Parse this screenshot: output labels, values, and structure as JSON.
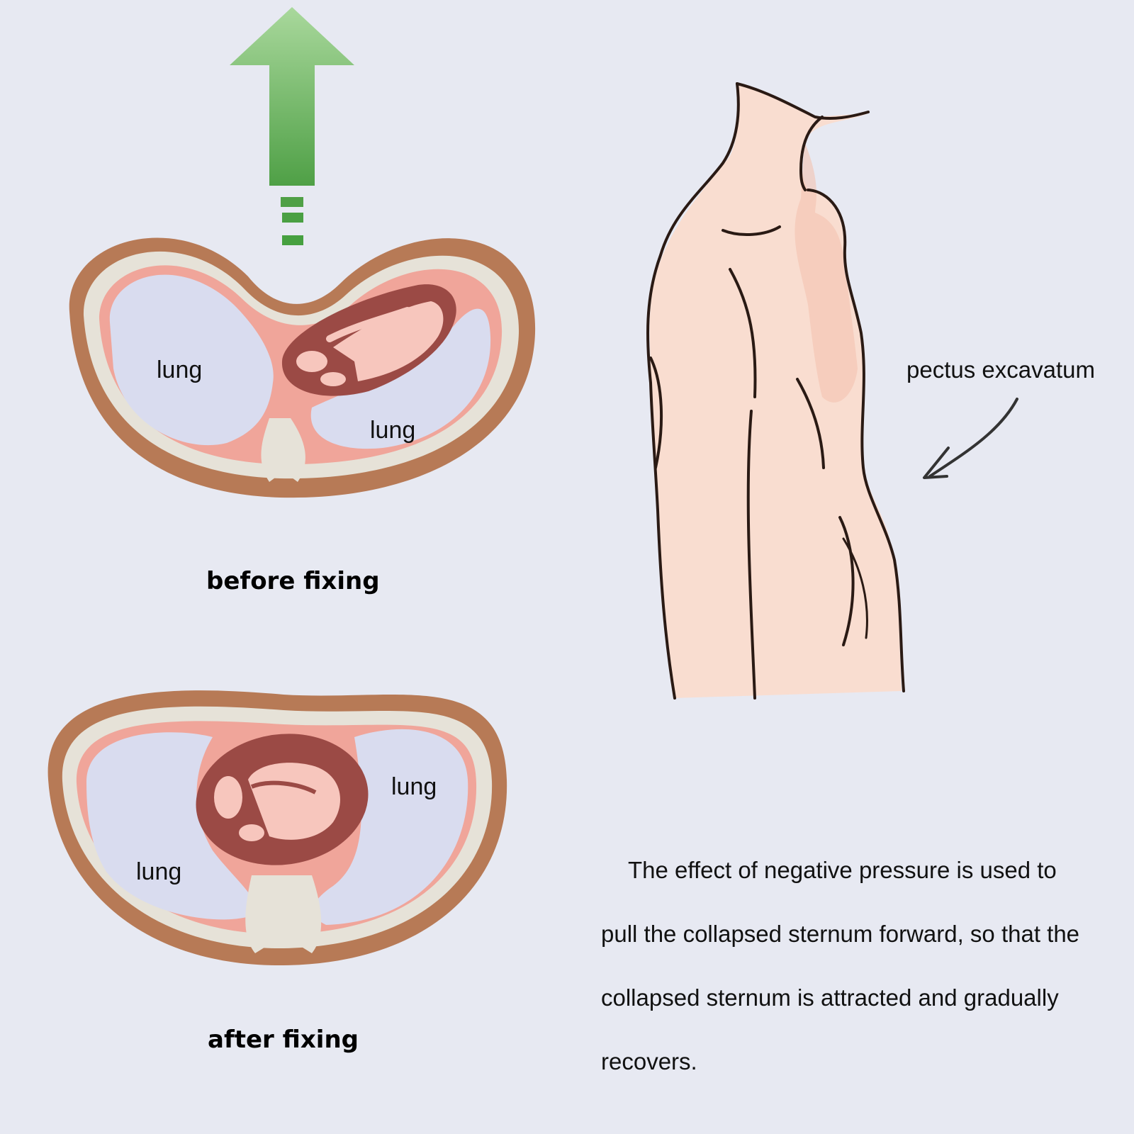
{
  "before": {
    "caption": "before fixing",
    "lung_left": "lung",
    "lung_right": "lung"
  },
  "after": {
    "caption": "after fixing",
    "lung_left": "lung",
    "lung_right": "lung"
  },
  "side_view": {
    "label": "pectus excavatum"
  },
  "description": {
    "lines": [
      "The effect of negative pressure is used to",
      "pull the collapsed sternum forward, so that the",
      "collapsed sternum is attracted and gradually",
      "recovers."
    ]
  },
  "colors": {
    "background": "#e7e9f2",
    "skin_outer": "#b77a56",
    "fat_layer": "#e6e2d8",
    "pleura": "#f0a59a",
    "lung": "#d9dcef",
    "heart_outline": "#9b4a45",
    "heart_fill": "#f7c6bd",
    "arrow_green": "#5fb04f",
    "body_skin": "#f9ddd0"
  }
}
